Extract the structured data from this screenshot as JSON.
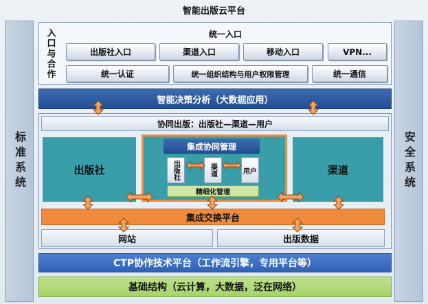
{
  "title": "智能出版云平台",
  "left_side": "标准系统",
  "right_side": "安全系统",
  "entry_section": {
    "side_label": "入口与合作",
    "header": "统一入口",
    "entries": [
      "出版社入口",
      "渠道入口",
      "移动入口",
      "VPN..."
    ],
    "bottom": [
      "统一认证",
      "统一组织结构与用户权限管理",
      "统一通信"
    ]
  },
  "decision": "智能决策分析（大数据应用）",
  "collab": "协同出版：出版社—渠道—用户",
  "publisher": "出版社",
  "channel": "渠道",
  "integration": {
    "title": "集成协同管理",
    "items": [
      "出版社",
      "渠道",
      "用户"
    ],
    "bottom": "精细化管理"
  },
  "exchange": "集成交换平台",
  "website": "网站",
  "pubdata": "出版数据",
  "ctp": "CTP协作技术平台（工作流引擎，专用平台等）",
  "infra": "基础结构（云计算，大数据，泛在网络）",
  "colors": {
    "arrow_fill": "#f5a25c",
    "arrow_stroke": "#8a4a14",
    "accent_blue": "#214d92",
    "teal": "#3a9eaa",
    "orange": "#f08a3c",
    "green": "#a6d26a"
  }
}
